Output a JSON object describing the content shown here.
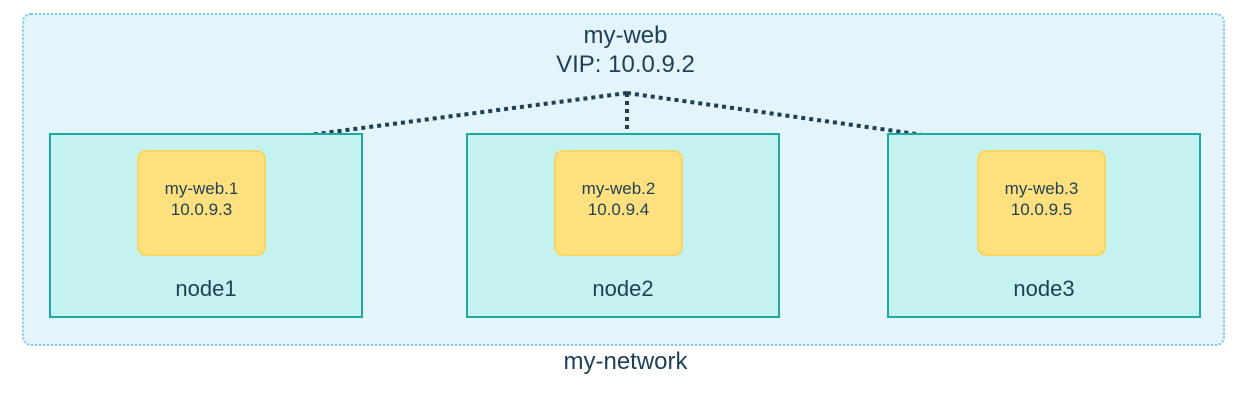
{
  "network": {
    "label": "my-network"
  },
  "service": {
    "name": "my-web",
    "vip": "VIP: 10.0.9.2"
  },
  "nodes": [
    {
      "label": "node1",
      "task": {
        "name": "my-web.1",
        "ip": "10.0.9.3"
      }
    },
    {
      "label": "node2",
      "task": {
        "name": "my-web.2",
        "ip": "10.0.9.4"
      }
    },
    {
      "label": "node3",
      "task": {
        "name": "my-web.3",
        "ip": "10.0.9.5"
      }
    }
  ],
  "colors": {
    "network_fill": "#e3f4fb",
    "network_border": "#7fc6e4",
    "node_fill": "#c4f2f0",
    "node_border": "#1eaaa2",
    "task_fill": "#ffe07f",
    "link": "#1f3f55"
  }
}
